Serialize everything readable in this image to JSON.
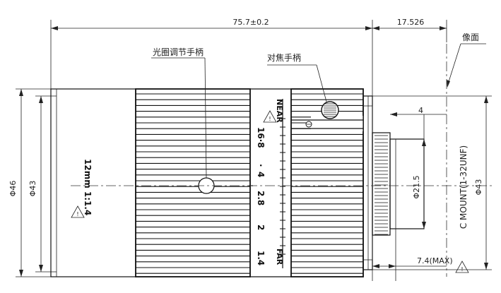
{
  "dimensions": {
    "overall_length": "75.7±0.2",
    "flange_distance": "17.526",
    "outer_diameter": "Φ46",
    "body_diameter": "Φ43",
    "rear_diameter": "Φ43",
    "mount_diameter": "Φ21.5",
    "mount_depth": "4",
    "max_protrusion": "7.4(MAX)"
  },
  "labels": {
    "image_plane": "像面",
    "iris_ring": "光圈调节手柄",
    "focus_ring": "对焦手柄",
    "lens_spec": "12mm 1:1.4",
    "mount_spec": "C MOUNT(1-32UNF)"
  },
  "focus_scale": {
    "near": "NEAR",
    "far": "FAR"
  },
  "aperture_scale": [
    "16·8",
    "·",
    "4",
    "2.8",
    "2",
    "1.4"
  ],
  "warning_symbol": "!"
}
